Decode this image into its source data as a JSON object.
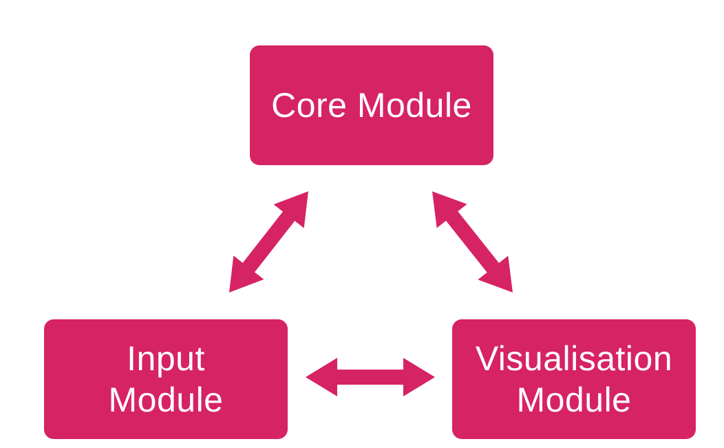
{
  "colors": {
    "node_fill": "#d62363",
    "arrow_fill": "#d62363",
    "text": "#ffffff"
  },
  "nodes": {
    "core": {
      "line1": "Core Module"
    },
    "input": {
      "line1": "Input",
      "line2": "Module"
    },
    "vis": {
      "line1": "Visualisation",
      "line2": "Module"
    }
  },
  "edges": [
    {
      "from": "core",
      "to": "input",
      "style": "double-arrow"
    },
    {
      "from": "core",
      "to": "vis",
      "style": "double-arrow"
    },
    {
      "from": "input",
      "to": "vis",
      "style": "double-arrow"
    }
  ]
}
